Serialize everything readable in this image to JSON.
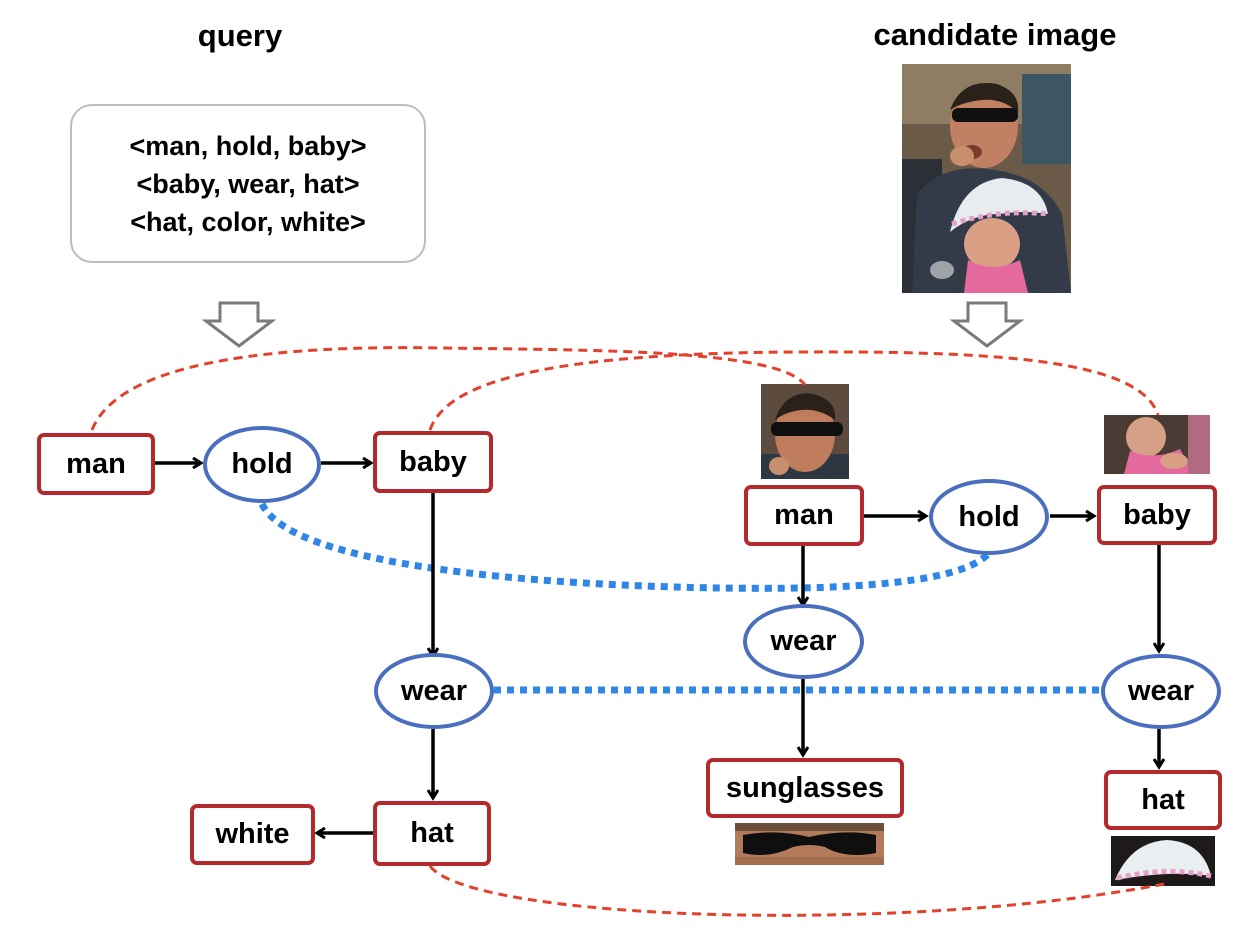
{
  "query": {
    "title": "query",
    "triples": [
      "<man, hold, baby>",
      "<baby, wear, hat>",
      "<hat, color, white>"
    ]
  },
  "candidate": {
    "title": "candidate image"
  },
  "query_graph": {
    "man": "man",
    "hold": "hold",
    "baby": "baby",
    "wear": "wear",
    "hat": "hat",
    "white": "white"
  },
  "image_graph": {
    "man": "man",
    "hold": "hold",
    "baby": "baby",
    "wear_man": "wear",
    "sunglasses": "sunglasses",
    "wear_baby": "wear",
    "hat": "hat"
  },
  "colors": {
    "object_border": "#b22a2e",
    "relation_border": "#4a6fbf",
    "object_match_line": "#e2412b",
    "relation_match_line": "#2f86e6",
    "edge": "#000000",
    "down_arrow": "#7a7a7a"
  }
}
